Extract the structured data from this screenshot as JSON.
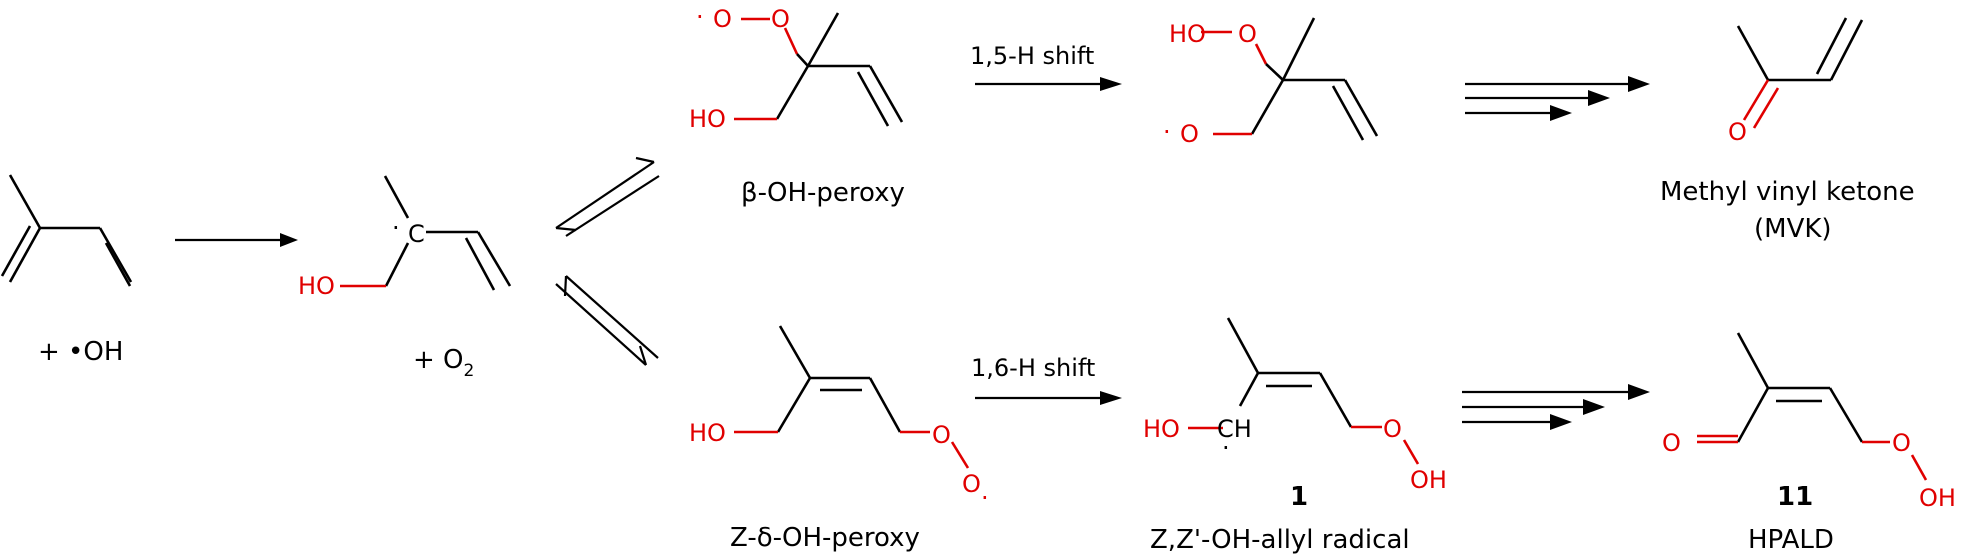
{
  "reagents": {
    "oh": "+ •OH",
    "o2_plus": "+ O",
    "o2_sub": "2"
  },
  "conditions": {
    "shift_15": "1,5-H shift",
    "shift_16": "1,6-H shift"
  },
  "labels": {
    "beta_peroxy": "β-OH-peroxy",
    "delta_peroxy": "Z-δ-OH-peroxy",
    "mvk_line1": "Methyl vinyl ketone",
    "mvk_line2": "(MVK)",
    "allyl_number": "1",
    "allyl_name": "Z,Z'-OH-allyl radical",
    "hpald_number": "11",
    "hpald_name": "HPALD"
  },
  "atoms": {
    "ho": "HO",
    "o": "O",
    "oh": "OH",
    "c": "C",
    "ch": "CH",
    "radical_dot": "·"
  },
  "colors": {
    "bond": "#000000",
    "heteroatom": "#e00000"
  }
}
